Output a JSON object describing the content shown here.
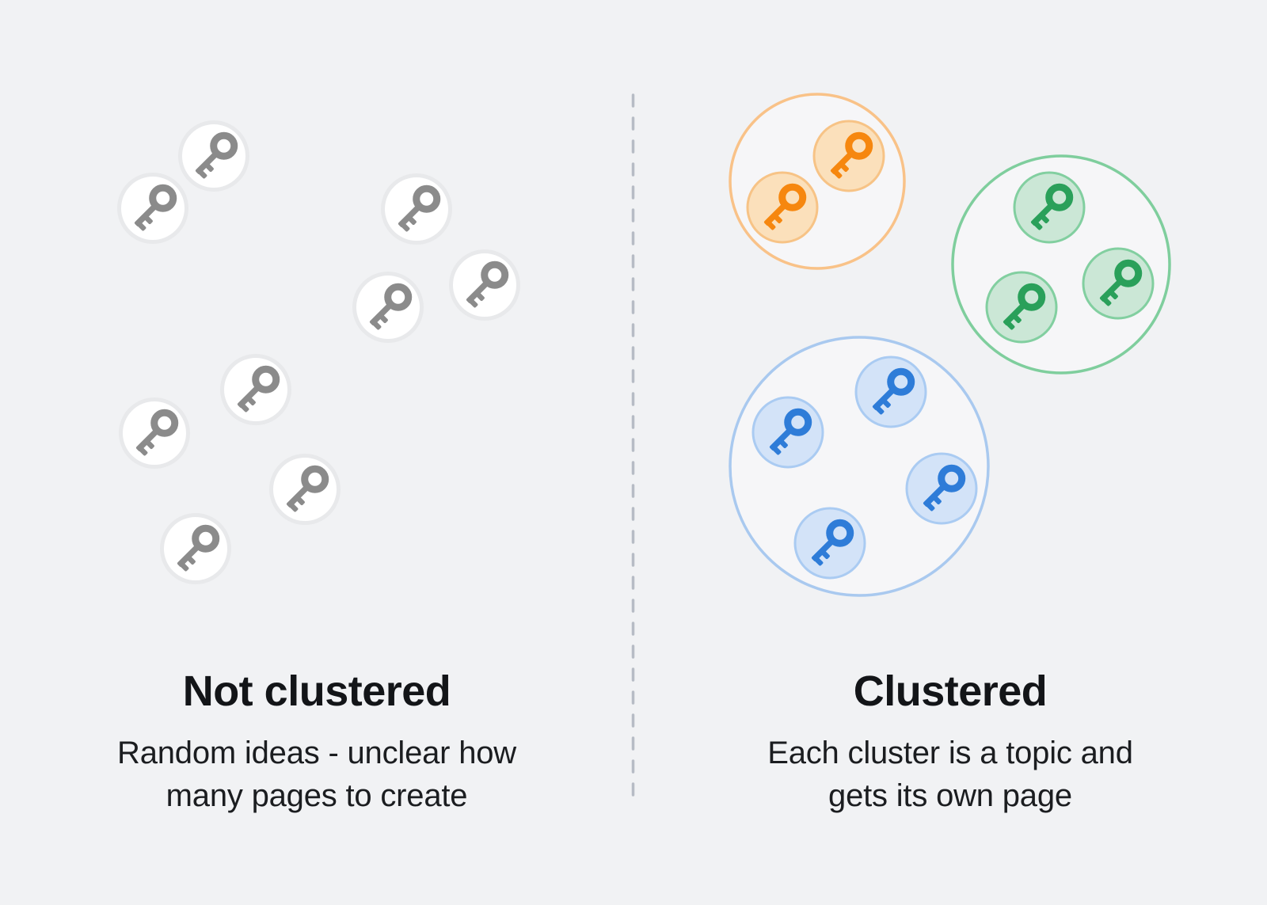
{
  "page": {
    "background_color": "#f1f2f4",
    "text_color": "#17191c"
  },
  "divider": {
    "color": "#b7bcc5"
  },
  "left_panel": {
    "title": "Not clustered",
    "subtitle_line1": "Random ideas - unclear how",
    "subtitle_line2": "many pages to create",
    "keys_count": 9,
    "key_color": "#8b8b8b",
    "bubble_fill": "#ffffff",
    "bubble_border": "#e8e9eb"
  },
  "right_panel": {
    "title": "Clustered",
    "subtitle_line1": "Each cluster is a topic and",
    "subtitle_line2": "gets its own page",
    "clusters": {
      "orange": {
        "ring": "#f9c288",
        "bubble_fill": "#fbe0bb",
        "bubble_border": "#f7c386",
        "key": "#f6870f",
        "keys_count": 2
      },
      "green": {
        "ring": "#7fce9d",
        "bubble_fill": "#cbe7d6",
        "bubble_border": "#82cfa0",
        "key": "#2aa05a",
        "keys_count": 3
      },
      "blue": {
        "ring": "#a9c9ef",
        "bubble_fill": "#d3e3f8",
        "bubble_border": "#aacbf2",
        "key": "#2e7cd8",
        "keys_count": 4
      }
    }
  }
}
